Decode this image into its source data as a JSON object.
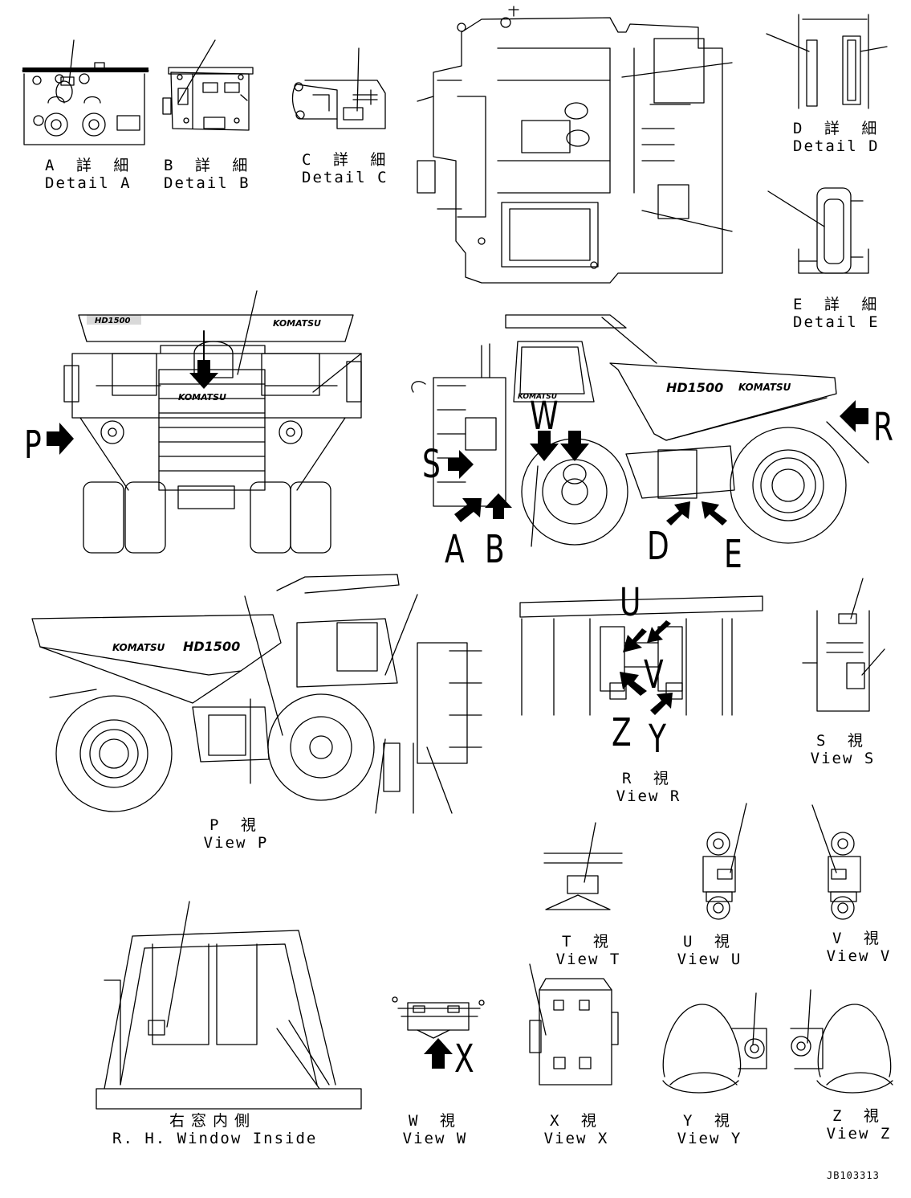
{
  "details": {
    "A": {
      "jp": "A 詳 細",
      "en": "Detail A"
    },
    "B": {
      "jp": "B 詳 細",
      "en": "Detail B"
    },
    "C": {
      "jp": "C 詳 細",
      "en": "Detail C"
    },
    "D": {
      "jp": "D 詳 細",
      "en": "Detail D"
    },
    "E": {
      "jp": "E 詳 細",
      "en": "Detail E"
    }
  },
  "views": {
    "P": {
      "jp": "P 視",
      "en": "View P"
    },
    "R": {
      "jp": "R 視",
      "en": "View R"
    },
    "S": {
      "jp": "S 視",
      "en": "View S"
    },
    "T": {
      "jp": "T 視",
      "en": "View T"
    },
    "U": {
      "jp": "U 視",
      "en": "View U"
    },
    "V": {
      "jp": "V 視",
      "en": "View V"
    },
    "W": {
      "jp": "W 視",
      "en": "View W"
    },
    "X": {
      "jp": "X 視",
      "en": "View X"
    },
    "Y": {
      "jp": "Y 視",
      "en": "View Y"
    },
    "Z": {
      "jp": "Z 視",
      "en": "View Z"
    },
    "window": {
      "jp": "右窓内側",
      "en": "R. H. Window Inside"
    }
  },
  "markers": {
    "P": "P",
    "R": "R",
    "S": "S",
    "W": "W",
    "A": "A",
    "B": "B",
    "D": "D",
    "E": "E",
    "U": "U",
    "V": "V",
    "Z": "Z",
    "Y": "Y",
    "X": "X"
  },
  "badges": {
    "brand": "KOMATSU",
    "model": "HD1500"
  },
  "drawing_number": "JB103313"
}
